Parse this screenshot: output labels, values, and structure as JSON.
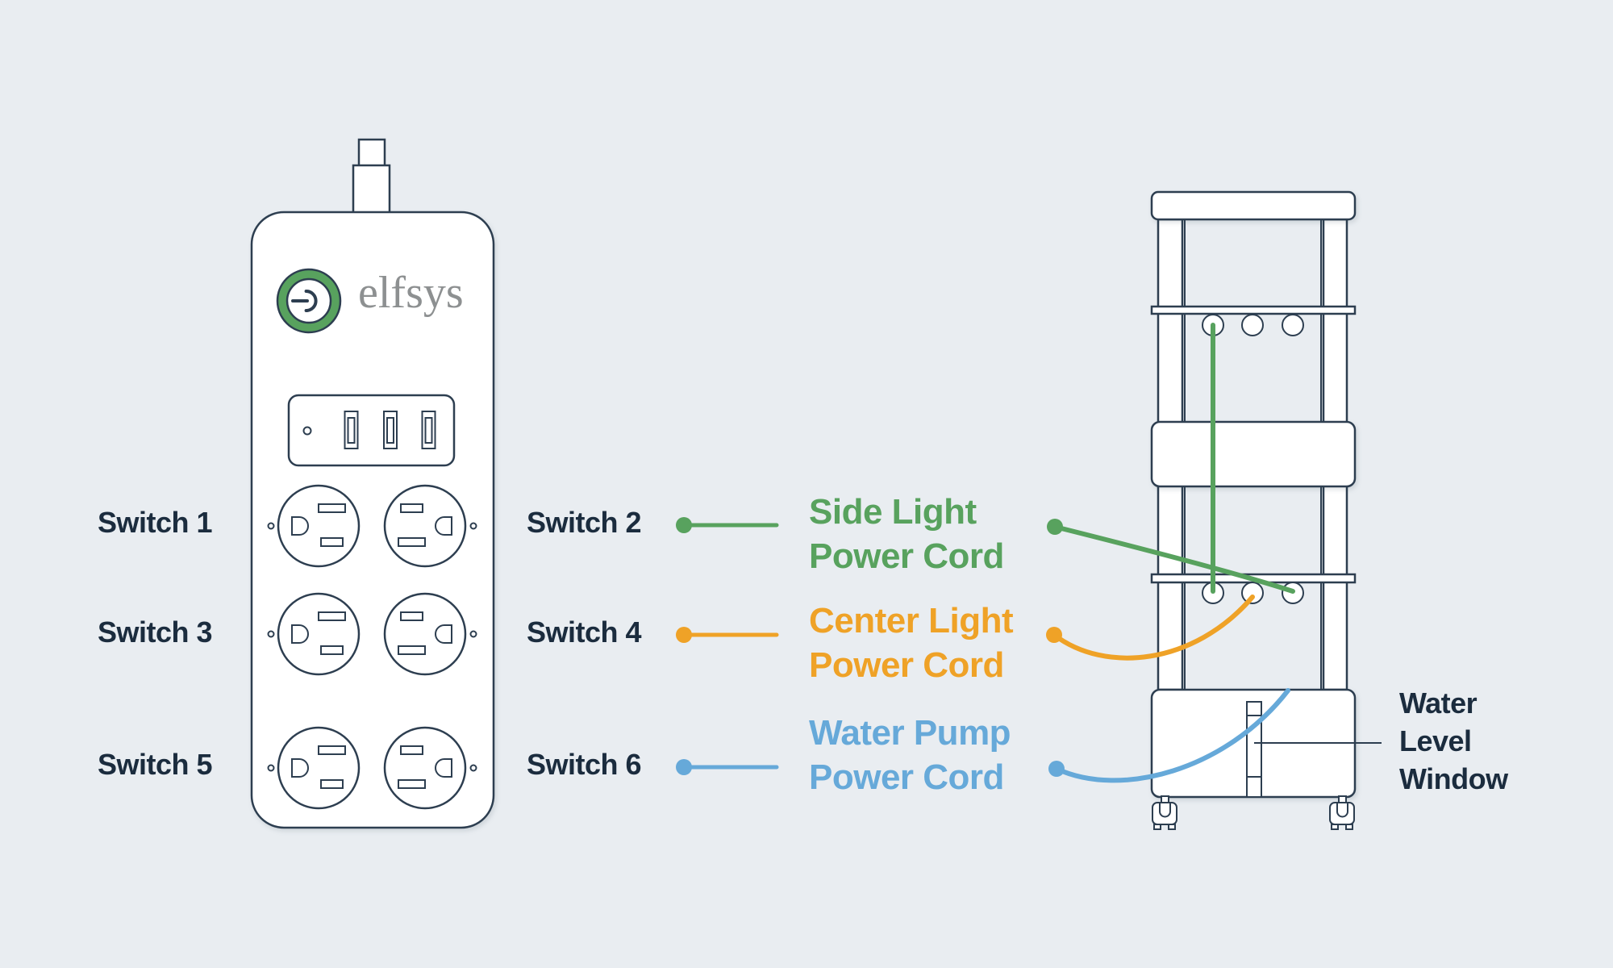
{
  "colors": {
    "background": "#e9edf1",
    "outline": "#2d3e50",
    "text_dark": "#1b2c3e",
    "green": "#58a25e",
    "orange": "#efa227",
    "blue": "#66a9d9",
    "logo_gray": "#8d9091"
  },
  "power_strip": {
    "brand": "elfsys",
    "switch_rows": [
      {
        "left": "Switch 1",
        "right": "Switch 2"
      },
      {
        "left": "Switch 3",
        "right": "Switch 4"
      },
      {
        "left": "Switch 5",
        "right": "Switch 6"
      }
    ]
  },
  "cord_labels": [
    {
      "line1": "Side Light",
      "line2": "Power Cord",
      "color": "#58a25e",
      "connects": "Switch 2"
    },
    {
      "line1": "Center Light",
      "line2": "Power Cord",
      "color": "#efa227",
      "connects": "Switch 4"
    },
    {
      "line1": "Water Pump",
      "line2": "Power Cord",
      "color": "#66a9d9",
      "connects": "Switch 6"
    }
  ],
  "annotations": {
    "water_level": {
      "line1": "Water",
      "line2": "Level",
      "line3": "Window"
    }
  }
}
